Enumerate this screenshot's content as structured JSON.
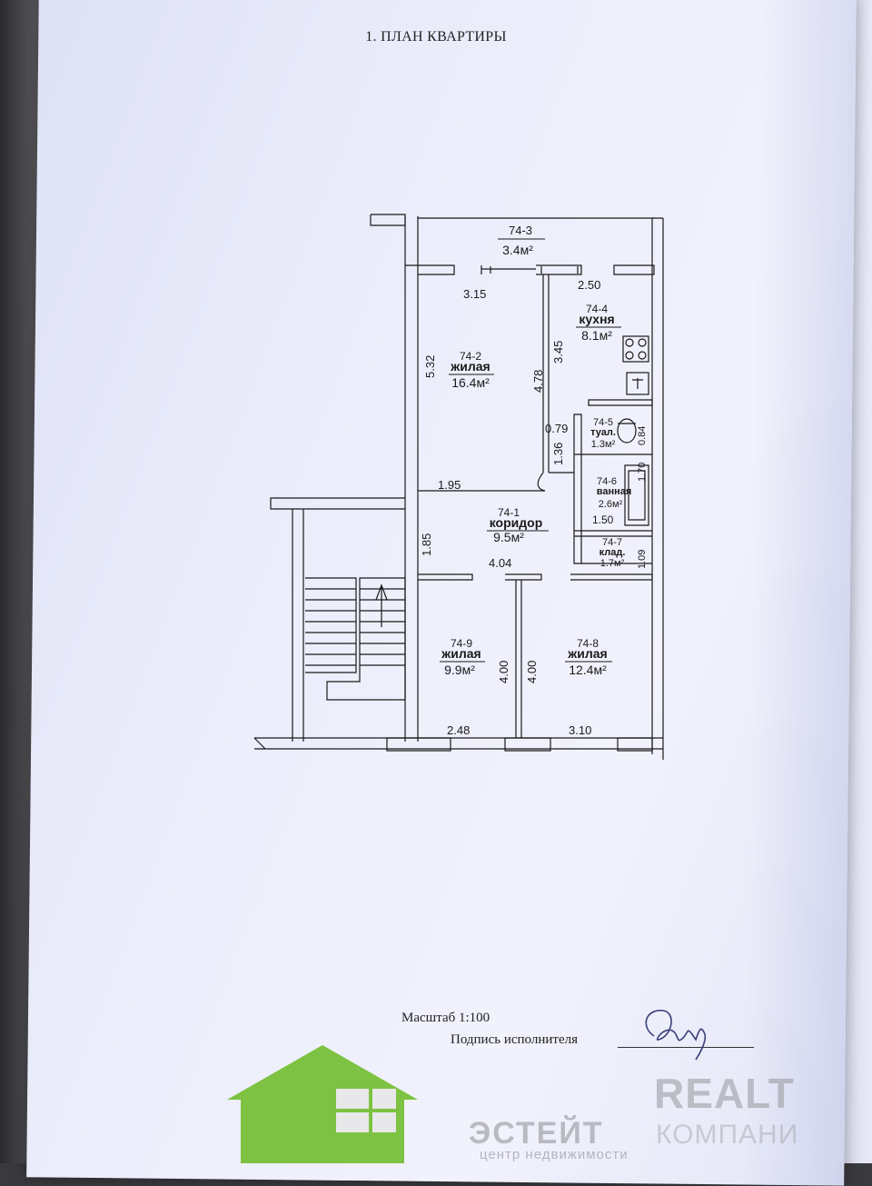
{
  "document": {
    "title": "1. ПЛАН КВАРТИРЫ",
    "scale": "Масштаб 1:100",
    "signature_label": "Подпись исполнителя"
  },
  "rooms": [
    {
      "id": "74-3",
      "name": "",
      "area": "3.4м²"
    },
    {
      "id": "74-2",
      "name": "жилая",
      "area": "16.4м²"
    },
    {
      "id": "74-4",
      "name": "кухня",
      "area": "8.1м²"
    },
    {
      "id": "74-5",
      "name": "туал.",
      "area": "1.3м²"
    },
    {
      "id": "74-6",
      "name": "ванная",
      "area": "2.6м²"
    },
    {
      "id": "74-1",
      "name": "коридор",
      "area": "9.5м²"
    },
    {
      "id": "74-7",
      "name": "клад.",
      "area": "1.7м²"
    },
    {
      "id": "74-9",
      "name": "жилая",
      "area": "9.9м²"
    },
    {
      "id": "74-8",
      "name": "жилая",
      "area": "12.4м²"
    }
  ],
  "dimensions": {
    "d315": "3.15",
    "d250": "2.50",
    "d532": "5.32",
    "d478": "4.78",
    "d345": "3.45",
    "d079": "0.79",
    "d136": "1.36",
    "d084": "0.84",
    "d170": "1.70",
    "d195": "1.95",
    "d150": "1.50",
    "d185": "1.85",
    "d404": "4.04",
    "d109": "1.09",
    "d400a": "4.00",
    "d400b": "4.00",
    "d248": "2.48",
    "d310": "3.10"
  },
  "watermark": {
    "brand": "REALT",
    "company_left": "ЭСТЕЙТ",
    "company_right": "КОМПАНИ",
    "tagline": "центр недвижимости",
    "logo_color": "#7dc242"
  },
  "colors": {
    "line": "#1a1a1a",
    "paper": "#eceefb"
  }
}
